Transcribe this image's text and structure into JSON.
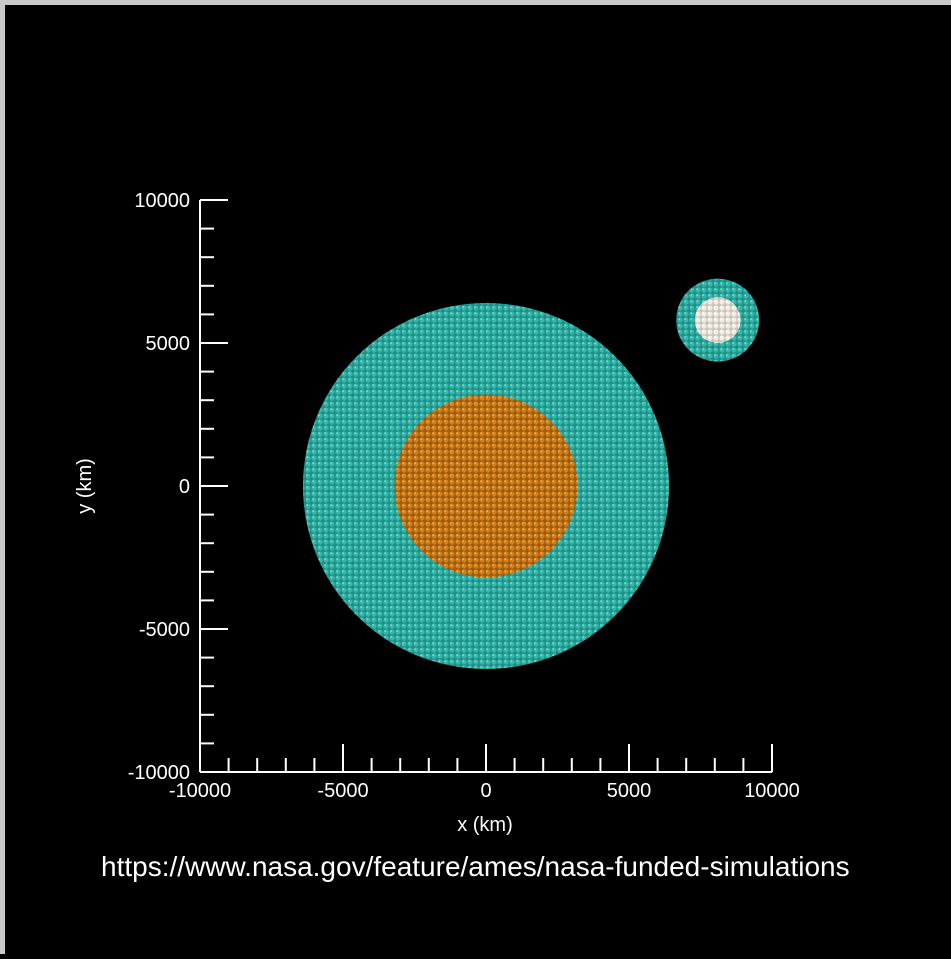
{
  "chart_data": {
    "type": "scatter",
    "xlabel": "x (km)",
    "ylabel": "y (km)",
    "xlim": [
      -10000,
      10000
    ],
    "ylim": [
      -10000,
      10000
    ],
    "x_ticks": [
      -10000,
      -5000,
      0,
      5000,
      10000
    ],
    "y_ticks": [
      -10000,
      -5000,
      0,
      5000,
      10000
    ],
    "x_tick_labels": [
      "-10000",
      "-5000",
      "0",
      "5000",
      "10000"
    ],
    "y_tick_labels": [
      "-10000",
      "-5000",
      "0",
      "5000",
      "10000"
    ],
    "minor_tick_step": 1000,
    "grid": false,
    "bodies": [
      {
        "id": "planet-mantle",
        "center_x": 0,
        "center_y": 0,
        "radius": 6400,
        "color": "#2aa79c"
      },
      {
        "id": "planet-core",
        "center_x": 0,
        "center_y": 0,
        "radius": 3200,
        "color": "#c47414"
      },
      {
        "id": "impactor-mantle",
        "center_x": 8100,
        "center_y": 5800,
        "radius": 1450,
        "color": "#2aa79c"
      },
      {
        "id": "impactor-core",
        "center_x": 8100,
        "center_y": 5800,
        "radius": 800,
        "color": "#ebe8df"
      }
    ]
  },
  "caption": "https://www.nasa.gov/feature/ames/nasa-funded-simulations",
  "colors": {
    "background": "#000000",
    "border": "#c8c8c8",
    "axis": "#ffffff",
    "mantle": "#2aa79c",
    "core": "#c47414",
    "impactor_core": "#ebe8df"
  }
}
